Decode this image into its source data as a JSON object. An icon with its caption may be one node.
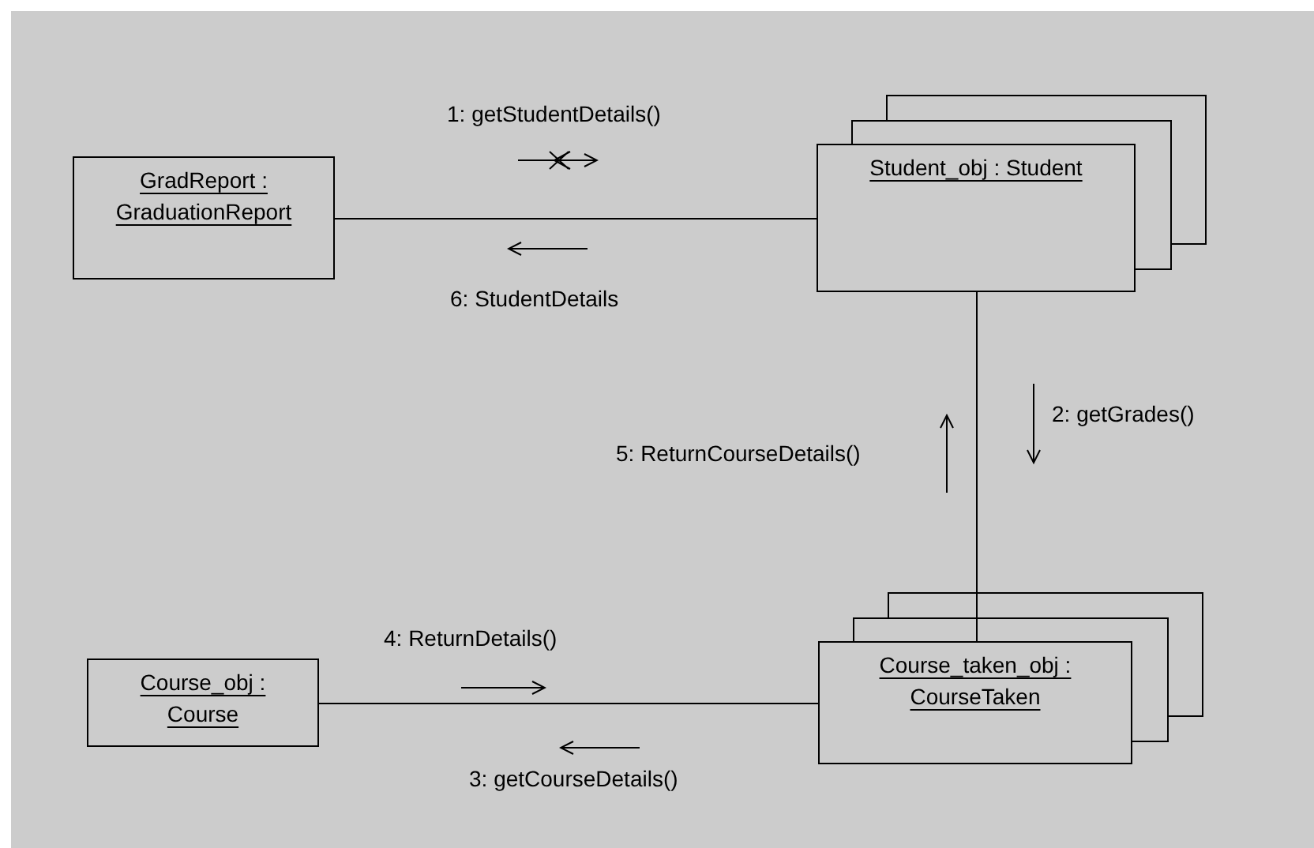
{
  "diagram": {
    "nodes": [
      {
        "text": [
          "GradReport : GraduationReport"
        ]
      },
      {
        "text": [
          "Student_obj : Student"
        ]
      },
      {
        "text": [
          "Course_obj : Course"
        ]
      },
      {
        "text": [
          "Course_taken_obj : CourseTaken"
        ]
      }
    ],
    "edges": [
      {
        "from": 0,
        "to": 1,
        "arrow": "none"
      },
      {
        "from": 1,
        "to": 3,
        "arrow": "none"
      },
      {
        "from": 2,
        "to": 3,
        "arrow": "none"
      }
    ],
    "labels": [
      "1: getStudentDetails()",
      "6: StudentDetails",
      "2: getGrades()",
      "5: ReturnCourseDetails()",
      "4: ReturnDetails()",
      "3: getCourseDetails()"
    ]
  }
}
